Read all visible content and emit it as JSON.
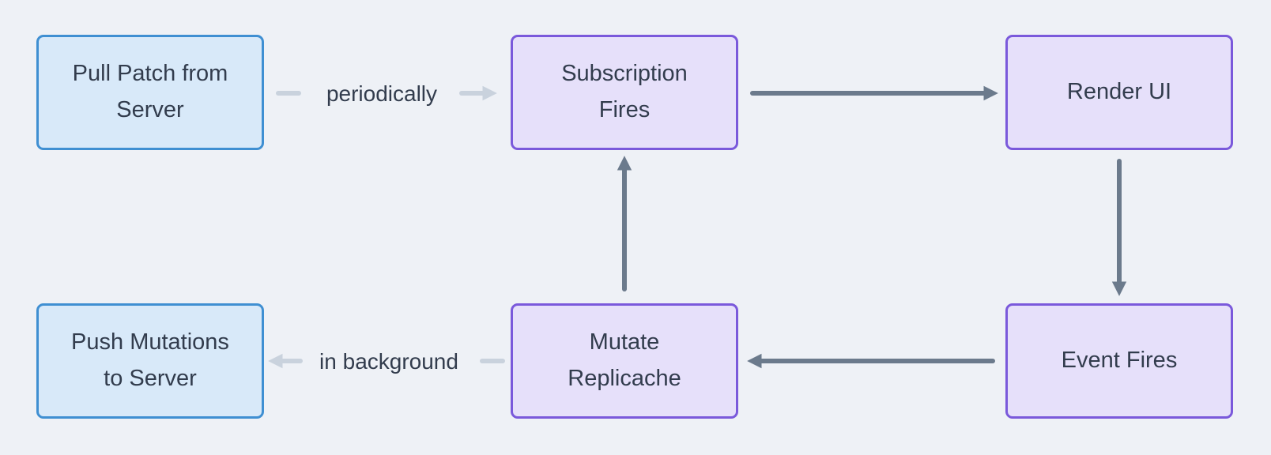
{
  "colors": {
    "background": "#eef1f6",
    "blue_node_fill": "#d8e9f9",
    "blue_node_border": "#3f8fd2",
    "purple_node_fill": "#e6e0fa",
    "purple_node_border": "#7a59db",
    "arrow_dark": "#6b7a8c",
    "arrow_light": "#c9d2dd",
    "text": "#323c4d"
  },
  "nodes": {
    "pull_patch_from_server": {
      "lines": [
        "Pull Patch from",
        "Server"
      ]
    },
    "subscription_fires": {
      "lines": [
        "Subscription",
        "Fires"
      ]
    },
    "render_ui": {
      "lines": [
        "Render UI"
      ]
    },
    "push_mutations_to_server": {
      "lines": [
        "Push Mutations",
        "to Server"
      ]
    },
    "mutate_replicache": {
      "lines": [
        "Mutate",
        "Replicache"
      ]
    },
    "event_fires": {
      "lines": [
        "Event Fires"
      ]
    }
  },
  "edge_labels": {
    "periodically": "periodically",
    "in_background": "in background"
  }
}
